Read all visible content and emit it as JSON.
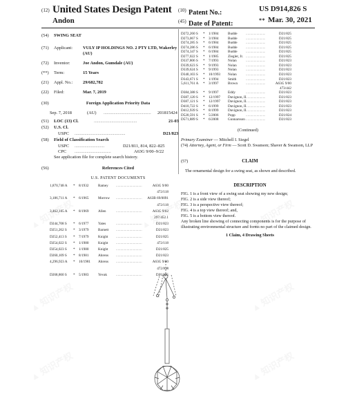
{
  "header": {
    "code12": "(12)",
    "title": "United States Design Patent",
    "inventor_short": "Andon",
    "code10": "(10)",
    "patent_no_label": "Patent No.:",
    "patent_no": "US D914,826 S",
    "code45": "(45)",
    "date_label": "Date of Patent:",
    "stars": "**",
    "date": "Mar. 30, 2021"
  },
  "biblio": {
    "c54": "(54)",
    "title": "SWING SEAT",
    "c71": "(71)",
    "applicant_label": "Applicant:",
    "applicant": "VULY IP HOLDINGS NO. 2 PTY LTD, Wakerley (AU)",
    "c72": "(72)",
    "inventor_label": "Inventor:",
    "inventor": "Joe Andon, Gumdale (AU)",
    "c_term": "(**)",
    "term_label": "Term:",
    "term": "15 Years",
    "c21": "(21)",
    "appl_label": "Appl. No.:",
    "appl": "29/682,782",
    "c22": "(22)",
    "filed_label": "Filed:",
    "filed": "Mar. 7, 2019",
    "c30": "(30)",
    "foreign_head": "Foreign Application Priority Data",
    "foreign_date": "Sep. 7, 2018",
    "foreign_cc": "(AU)",
    "foreign_no": "201815424",
    "c51": "(51)",
    "loc_label": "LOC (13) Cl.",
    "loc_val": "21-03",
    "c52": "(52)",
    "uscl_label": "U.S. Cl.",
    "uspc_label": "USPC",
    "uspc_val": "D21/823",
    "c58": "(58)",
    "field_label": "Field of Classification Search",
    "field_uspc_label": "USPC",
    "field_uspc_val": "D21/811, 814, 822–825",
    "field_cpc_label": "CPC",
    "field_cpc_val": "A63G 9/00–9/22",
    "see_app": "See application file for complete search history.",
    "c56": "(56)",
    "refs_head": "References Cited",
    "us_docs": "U.S. PATENT DOCUMENTS"
  },
  "refs_left": [
    {
      "num": "1,870,748 A",
      "s": "*",
      "date": "8/1932",
      "name": "Ramey",
      "cls": "A63G 9/00",
      "cls2": "472/118"
    },
    {
      "num": "3,186,711 A",
      "s": "*",
      "date": "6/1965",
      "name": "Morrow",
      "cls": "A63B 69/0091",
      "cls2": "472/118"
    },
    {
      "num": "3,462,105 A",
      "s": "*",
      "date": "8/1969",
      "name": "Allen",
      "cls": "A63G 9/02",
      "cls2": "297/452.1"
    },
    {
      "num": "D244,708 S",
      "s": "*",
      "date": "6/1977",
      "name": "Yates",
      "cls": "D21/823",
      "cls2": ""
    },
    {
      "num": "D251,262 S",
      "s": "*",
      "date": "3/1979",
      "name": "Barnett",
      "cls": "D21/823",
      "cls2": ""
    },
    {
      "num": "D252,413 S",
      "s": "*",
      "date": "7/1979",
      "name": "Knight",
      "cls": "D21/825",
      "cls2": ""
    },
    {
      "num": "D254,022 S",
      "s": "*",
      "date": "1/1980",
      "name": "Knight",
      "cls": "472/118",
      "cls2": ""
    },
    {
      "num": "D254,023 S",
      "s": "*",
      "date": "1/1980",
      "name": "Knight",
      "cls": "D21/825",
      "cls2": ""
    },
    {
      "num": "D260,109 S",
      "s": "*",
      "date": "8/1981",
      "name": "Ahrens",
      "cls": "D21/823",
      "cls2": ""
    },
    {
      "num": "4,296,923 A",
      "s": "*",
      "date": "10/1981",
      "name": "Ahrens",
      "cls": "A63G 9/00",
      "cls2": "472/118"
    },
    {
      "num": "D268,860 S",
      "s": "*",
      "date": "5/1983",
      "name": "Yevak",
      "cls": "D21/825",
      "cls2": ""
    }
  ],
  "refs_right": [
    {
      "num": "D272,260 S",
      "s": "*",
      "date": "1/1984",
      "name": "Budde",
      "cls": "D21/825"
    },
    {
      "num": "D273,067 S",
      "s": "*",
      "date": "3/1984",
      "name": "Budde",
      "cls": "D21/825"
    },
    {
      "num": "D274,285 S",
      "s": "*",
      "date": "6/1984",
      "name": "Budde",
      "cls": "D21/825"
    },
    {
      "num": "D274,286 S",
      "s": "*",
      "date": "6/1984",
      "name": "Budde",
      "cls": "D21/825"
    },
    {
      "num": "D274,347 S",
      "s": "*",
      "date": "6/1984",
      "name": "Budde",
      "cls": "D21/825"
    },
    {
      "num": "D277,022 S",
      "s": "*",
      "date": "1/1985",
      "name": "Ziegler, Jr.",
      "cls": "D21/825"
    },
    {
      "num": "D337,806 S",
      "s": "*",
      "date": "7/1993",
      "name": "Nolan",
      "cls": "D21/823"
    },
    {
      "num": "D339,623 S",
      "s": "*",
      "date": "9/1993",
      "name": "Nolan",
      "cls": "D21/823"
    },
    {
      "num": "D339,624 S",
      "s": "*",
      "date": "9/1993",
      "name": "Nolan",
      "cls": "D21/823"
    },
    {
      "num": "D340,103 S",
      "s": "*",
      "date": "10/1993",
      "name": "Nolan",
      "cls": "D21/823"
    },
    {
      "num": "D343,671 S",
      "s": "*",
      "date": "1/1994",
      "name": "Smith",
      "cls": "D21/823"
    },
    {
      "num": "5,611,761 A",
      "s": "*",
      "date": "3/1997",
      "name": "Brown",
      "cls": "A63G 9/00",
      "cls2": "473/442"
    },
    {
      "num": "D384,388 S",
      "s": "*",
      "date": "9/1997",
      "name": "Eddy",
      "cls": "D21/823"
    },
    {
      "num": "D387,120 S",
      "s": "*",
      "date": "12/1997",
      "name": "Davignon, II",
      "cls": "D21/823"
    },
    {
      "num": "D387,121 S",
      "s": "*",
      "date": "12/1997",
      "name": "Davignon, II",
      "cls": "D21/823"
    },
    {
      "num": "D410,722 S",
      "s": "*",
      "date": "6/1999",
      "name": "Davignon, II",
      "cls": "D21/823"
    },
    {
      "num": "D412,939 S",
      "s": "*",
      "date": "8/1999",
      "name": "Davignon, II",
      "cls": "D21/823"
    },
    {
      "num": "D520,591 S",
      "s": "*",
      "date": "5/2006",
      "name": "Popp",
      "cls": "D21/824"
    },
    {
      "num": "D571,889 S",
      "s": "*",
      "date": "6/2008",
      "name": "Gunnarsson",
      "cls": "D21/823"
    }
  ],
  "continued": "(Continued)",
  "examiner": {
    "primary_label": "Primary Examiner",
    "primary": "Mitchell I. Siegel",
    "c74": "(74)",
    "attorney_label": "Attorney, Agent, or Firm",
    "attorney": "Scott D. Swanson; Shaver & Swanson, LLP"
  },
  "claim": {
    "c57": "(57)",
    "head": "CLAIM",
    "text": "The ornamental design for a swing seat, as shown and described."
  },
  "description": {
    "head": "DESCRIPTION",
    "lines": [
      "FIG. 1 is a front view of a swing seat showing my new design;",
      "FIG. 2 is a side view thereof;",
      "FIG. 3 is a perspective view thereof;",
      "FIG. 4 is a top view thereof; and,",
      "FIG. 5 is a bottom view thereof.",
      "Any broken line showing of connecting components is for the purpose of illustrating environmental structure and forms no part of the claimed design."
    ],
    "summary": "1 Claim, 4 Drawing Sheets"
  }
}
